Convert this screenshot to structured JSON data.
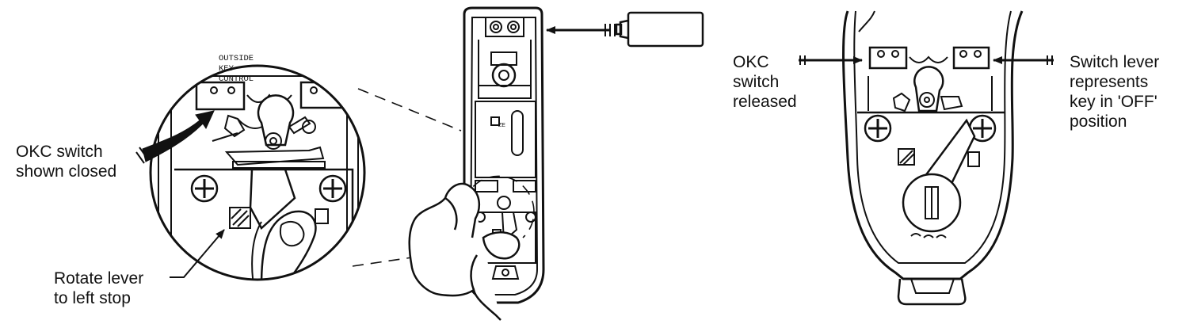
{
  "colors": {
    "line": "#111111",
    "background": "#ffffff"
  },
  "labels": {
    "okc_switch_closed": [
      "OKC switch",
      "shown closed"
    ],
    "rotate_lever": [
      "Rotate lever",
      "to left stop"
    ],
    "okc_released": [
      "OKC",
      "switch",
      "released"
    ],
    "switch_lever": [
      "Switch lever",
      "represents",
      "key in 'OFF'",
      "position"
    ],
    "outside_key_control": [
      "OUTSIDE",
      "KEY",
      "CONTROL"
    ]
  },
  "icons": [
    "battery-icon",
    "hand-icon",
    "screw-icon",
    "arrow-icon"
  ]
}
